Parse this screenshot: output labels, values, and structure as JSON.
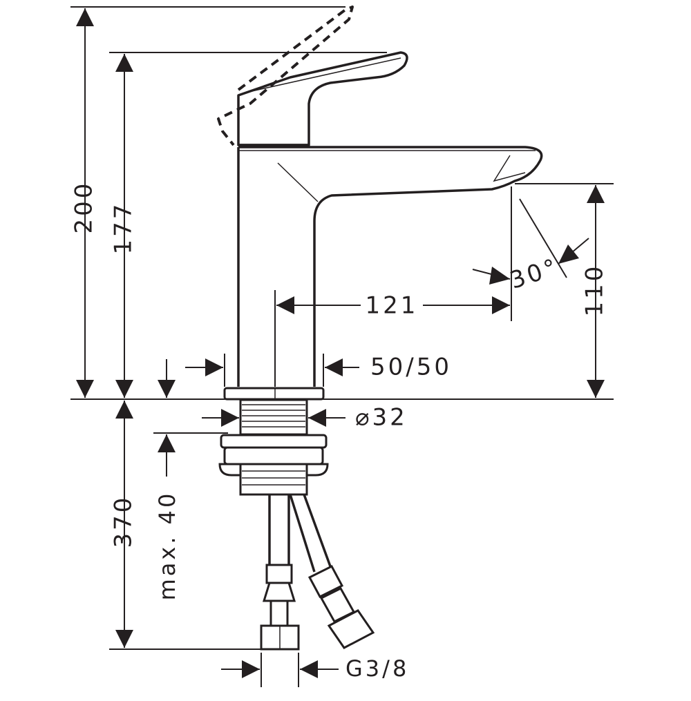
{
  "dimensions": {
    "total_height": "200",
    "lever_height": "177",
    "spout_height": "110",
    "spout_reach": "121",
    "angle": "30°",
    "base_offset": "50/50",
    "bore_diameter": "⌀32",
    "mount_depth": "max. 40",
    "hose_length": "370",
    "connection": "G3/8"
  },
  "colors": {
    "line": "#231f20",
    "background": "#ffffff"
  }
}
